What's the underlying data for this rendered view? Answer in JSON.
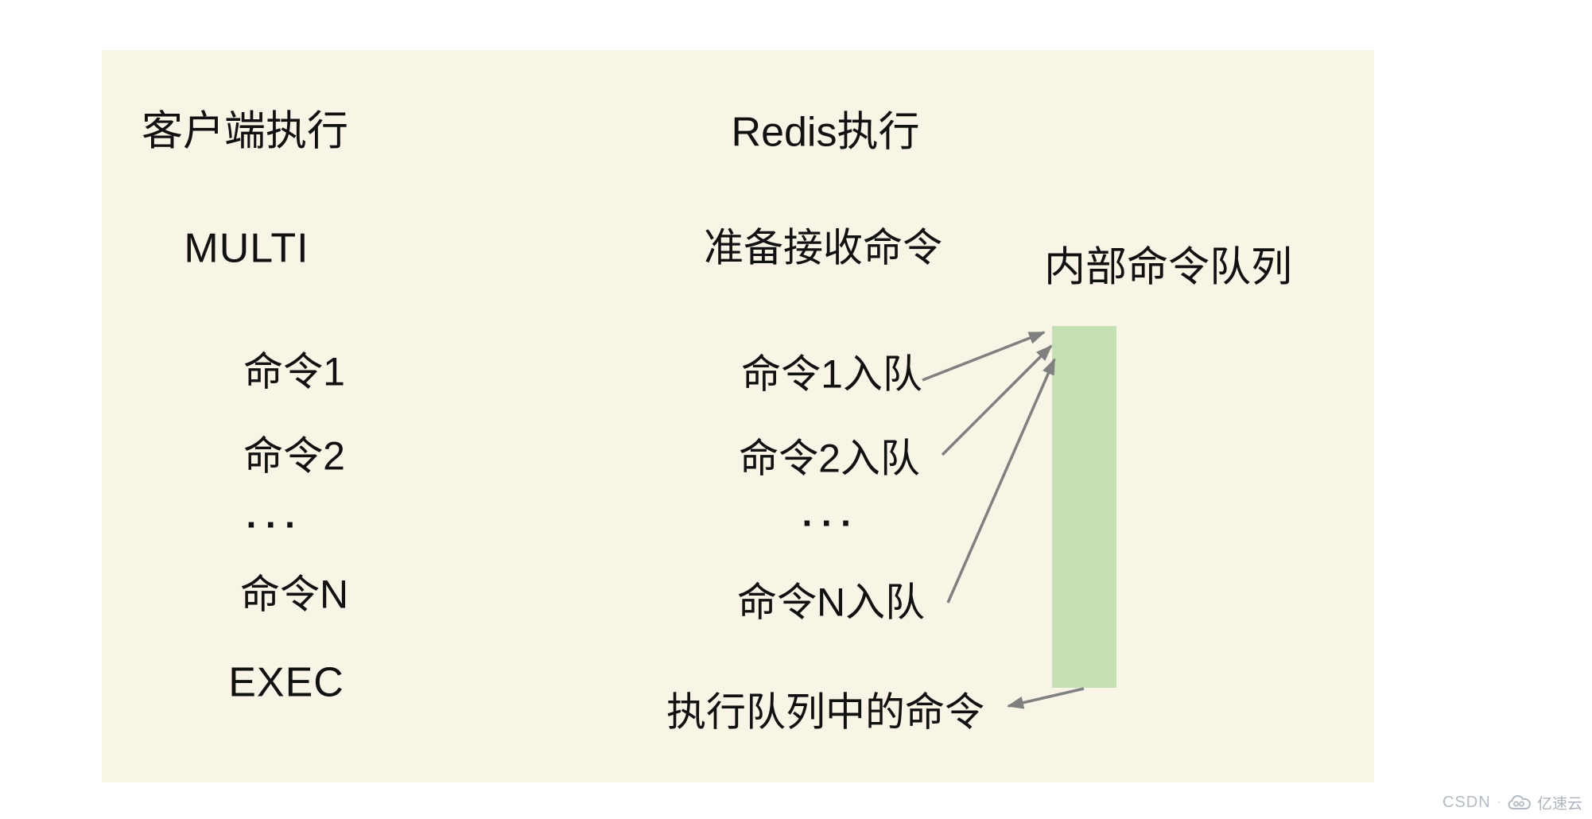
{
  "panel": {
    "bg": "#f8f5e7"
  },
  "client_column": {
    "header": "客户端执行",
    "multi": "MULTI",
    "cmd1": "命令1",
    "cmd2": "命令2",
    "ellipsis": "···",
    "cmdN": "命令N",
    "exec": "EXEC"
  },
  "redis_column": {
    "header": "Redis执行",
    "prepare": "准备接收命令",
    "cmd1": "命令1入队",
    "cmd2": "命令2入队",
    "ellipsis": "···",
    "cmdN": "命令N入队",
    "exec_row": "执行队列中的命令"
  },
  "queue": {
    "label": "内部命令队列",
    "fill": "#c5e0b4"
  },
  "arrows": {
    "color": "#808080"
  },
  "watermark": {
    "site": "CSDN",
    "separator": "·",
    "brand": "亿速云"
  }
}
